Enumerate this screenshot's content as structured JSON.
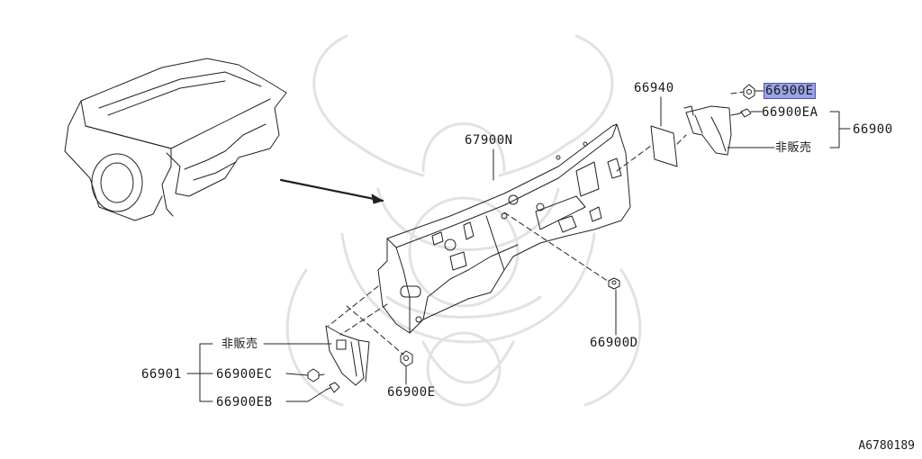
{
  "labels": {
    "part_67900N": "67900N",
    "part_66940": "66940",
    "part_66900E_top": "66900E",
    "part_66900EA": "66900EA",
    "part_66900": "66900",
    "not_sold_right": "非販売",
    "part_66900D": "66900D",
    "not_sold_left": "非販売",
    "part_66901": "66901",
    "part_66900EC": "66900EC",
    "part_66900EB": "66900EB",
    "part_66900E_bottom": "66900E"
  },
  "footer": {
    "ref_code": "A6780189"
  },
  "highlight": {
    "color": "#9aa3e6",
    "target": "part_66900E_top"
  }
}
